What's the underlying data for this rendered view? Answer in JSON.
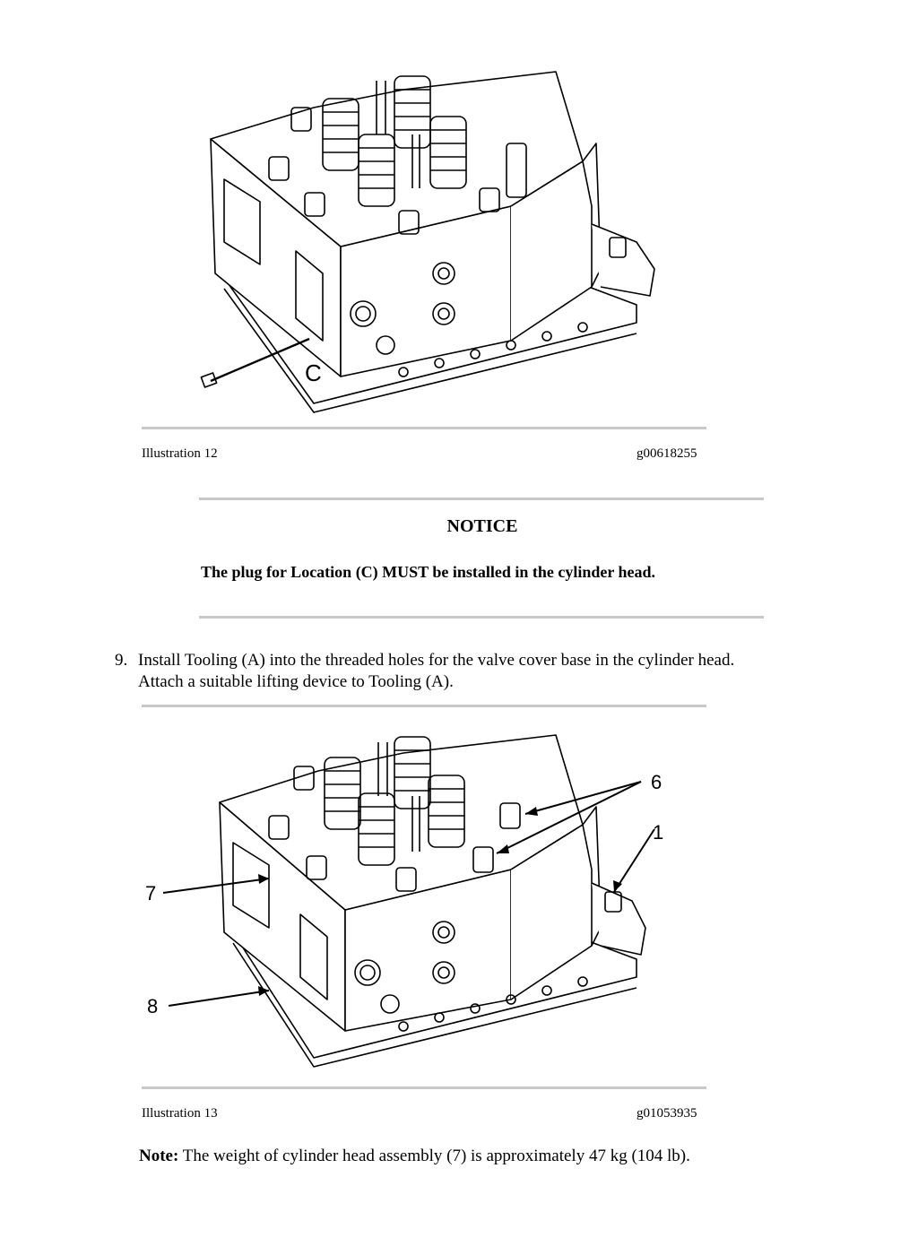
{
  "illustration_12": {
    "caption_label": "Illustration 12",
    "caption_code": "g00618255",
    "callouts": [
      "C"
    ]
  },
  "notice": {
    "title": "NOTICE",
    "text": "The plug for Location (C) MUST be installed in the cylinder head."
  },
  "step_9": {
    "number": "9.",
    "line1": "Install Tooling (A) into the threaded holes for the valve cover base in the cylinder head.",
    "line2": "Attach a suitable lifting device to Tooling (A)."
  },
  "illustration_13": {
    "caption_label": "Illustration 13",
    "caption_code": "g01053935",
    "callouts": [
      "6",
      "1",
      "7",
      "8"
    ]
  },
  "note": {
    "label": "Note:",
    "text": " The weight of cylinder head assembly (7) is approximately 47 kg (104 lb)."
  }
}
